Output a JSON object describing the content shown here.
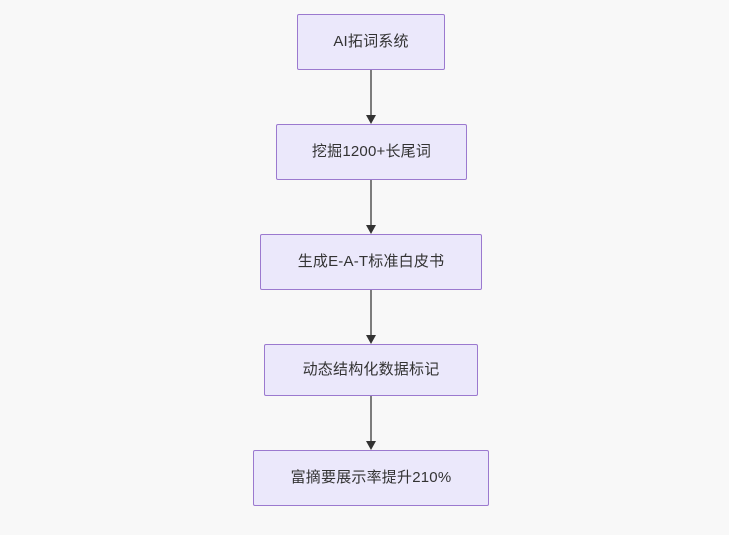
{
  "diagram": {
    "type": "flowchart",
    "orientation": "top-to-bottom",
    "background_color": "#f8f8f8",
    "node_fill_color": "#ebe8fb",
    "node_border_color": "#9b79cf",
    "node_text_color": "#333333",
    "edge_line_color": "#7c7c7c",
    "edge_arrow_color": "#333333",
    "nodes": [
      {
        "id": "n1",
        "label": "AI拓词系统"
      },
      {
        "id": "n2",
        "label": "挖掘1200+长尾词"
      },
      {
        "id": "n3",
        "label": "生成E-A-T标准白皮书"
      },
      {
        "id": "n4",
        "label": "动态结构化数据标记"
      },
      {
        "id": "n5",
        "label": "富摘要展示率提升210%"
      }
    ],
    "edges": [
      {
        "from": "n1",
        "to": "n2"
      },
      {
        "from": "n2",
        "to": "n3"
      },
      {
        "from": "n3",
        "to": "n4"
      },
      {
        "from": "n4",
        "to": "n5"
      }
    ]
  }
}
